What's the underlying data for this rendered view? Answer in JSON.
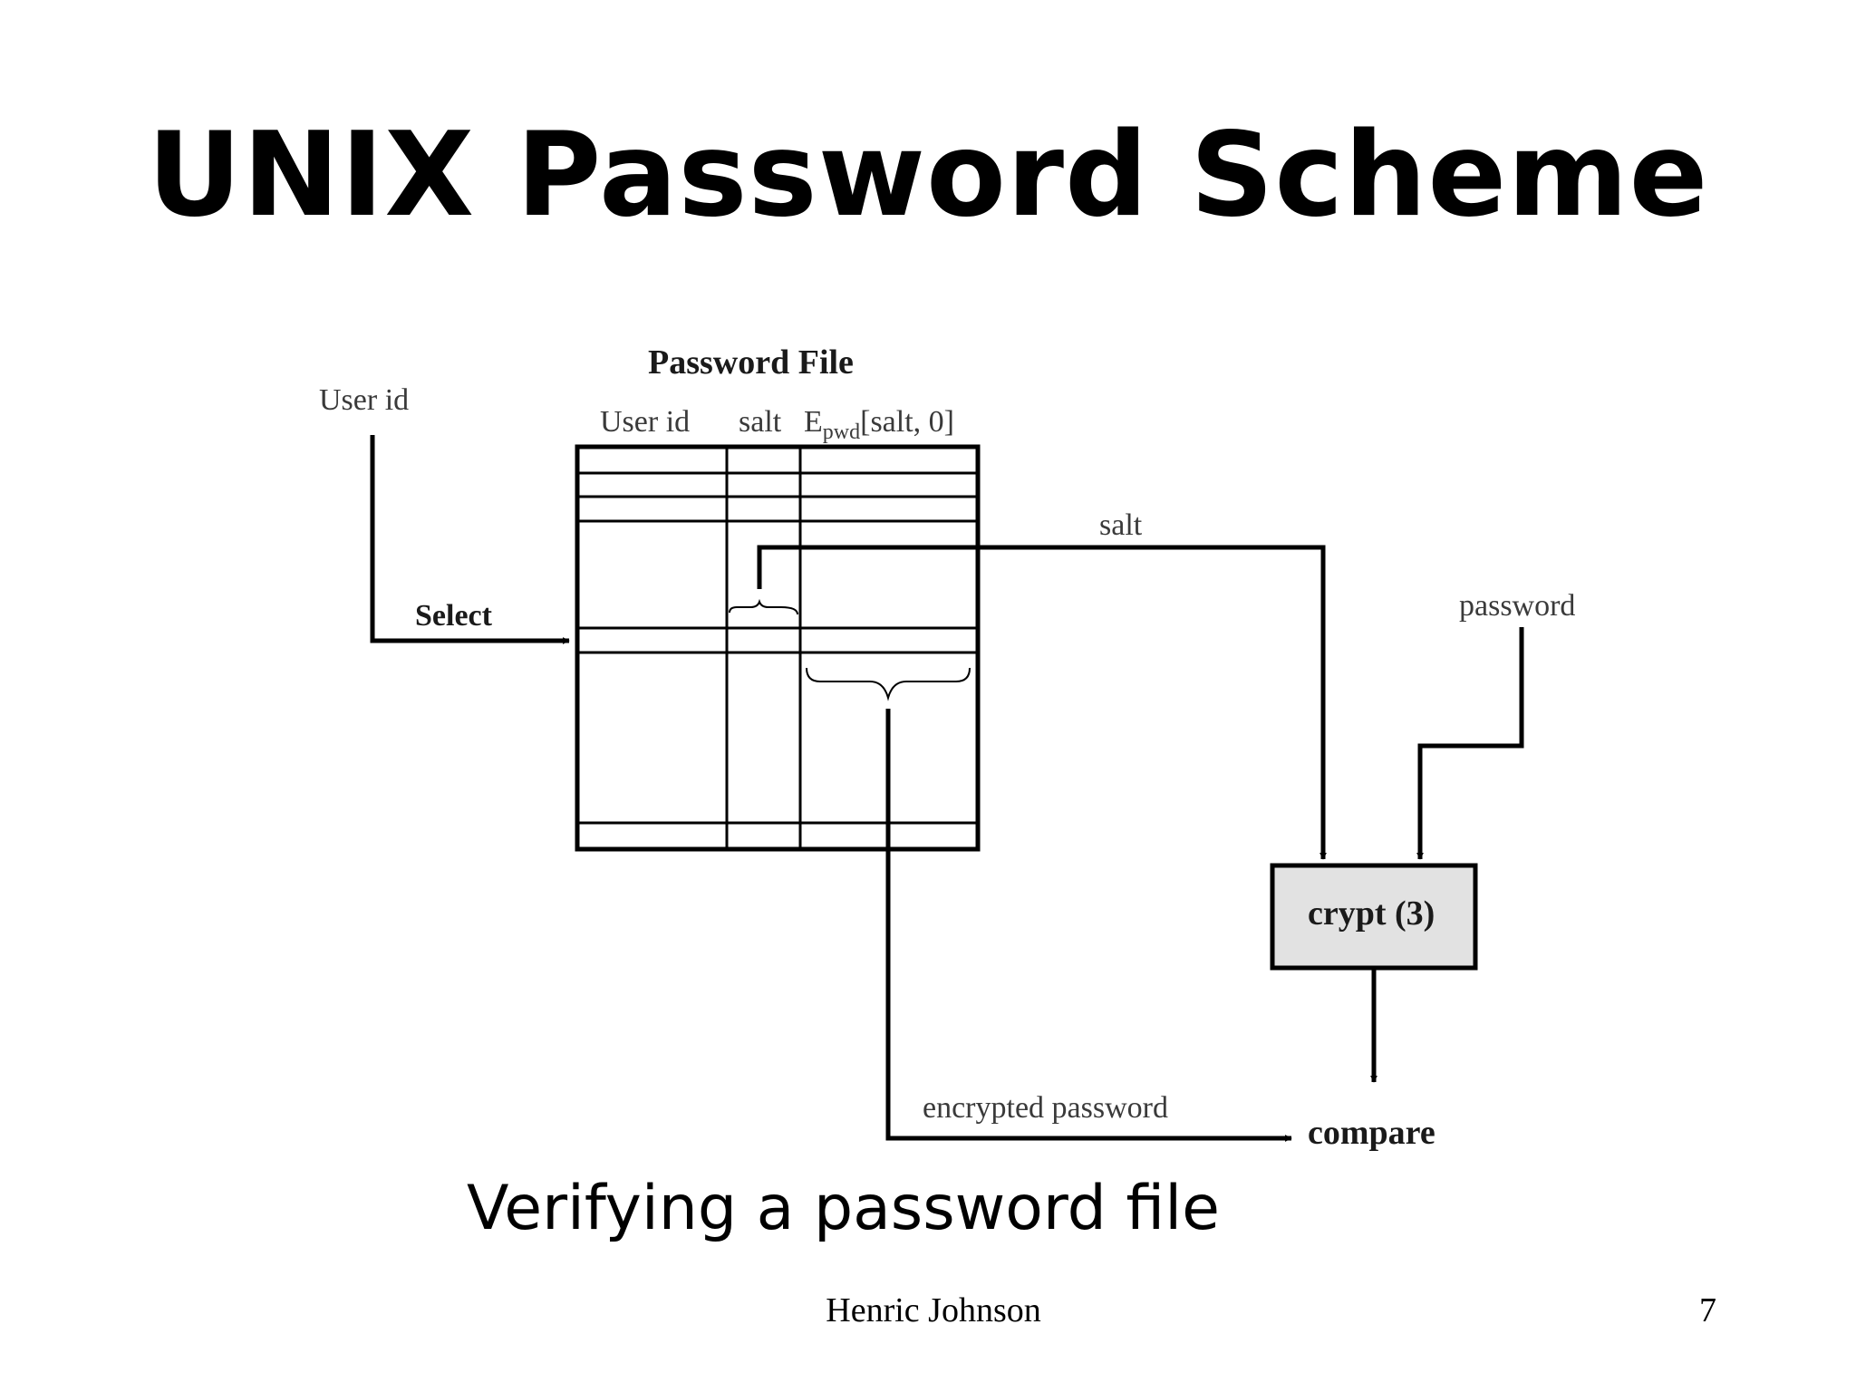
{
  "slide": {
    "title": "UNIX Password Scheme",
    "caption": "Verifying a password file",
    "author": "Henric Johnson",
    "page_number": "7"
  },
  "diagram": {
    "password_file": {
      "title": "Password File",
      "columns": [
        "User id",
        "salt"
      ],
      "epwd_base": "E",
      "epwd_sub": "pwd",
      "epwd_args": "[salt, 0]"
    },
    "user_id_label": "User id",
    "select_label": "Select",
    "salt_label": "salt",
    "password_label": "password",
    "crypt_label": "crypt (3)",
    "encrypted_password_label": "encrypted password",
    "compare_label": "compare",
    "colors": {
      "crypt_box_fill": "#e2e2e2",
      "line": "#000000"
    }
  }
}
